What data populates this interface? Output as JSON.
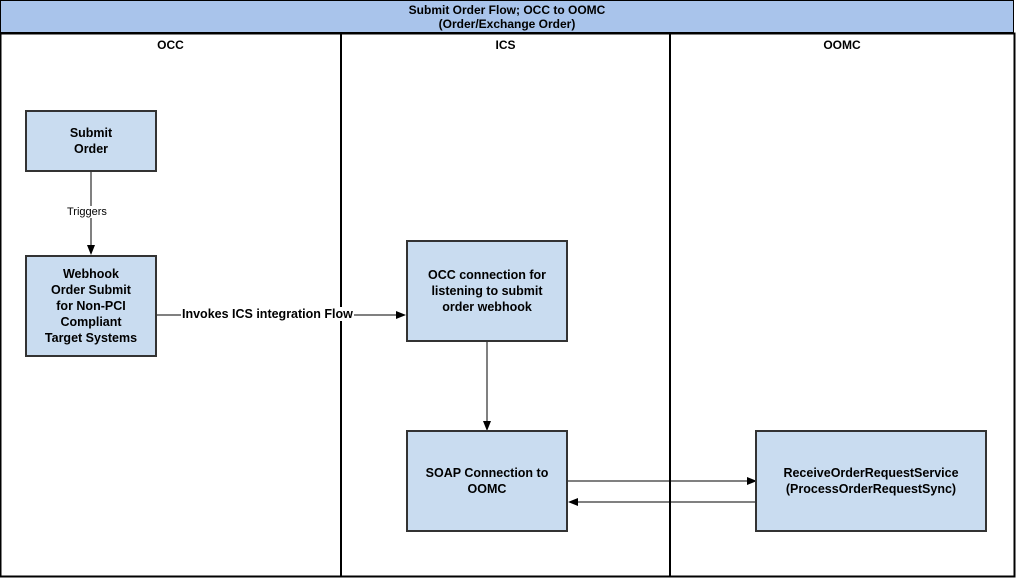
{
  "title": {
    "line1": "Submit Order Flow; OCC to OOMC",
    "line2": "(Order/Exchange Order)"
  },
  "lanes": {
    "occ": "OCC",
    "ics": "ICS",
    "oomc": "OOMC"
  },
  "nodes": {
    "submit_order": "Submit\nOrder",
    "webhook": "Webhook\nOrder Submit\nfor Non-PCI\nCompliant\nTarget Systems",
    "occ_connection": "OCC connection for\nlistening to submit\norder webhook",
    "soap_connection": "SOAP Connection to\nOOMC",
    "receive_service": "ReceiveOrderRequestService\n(ProcessOrderRequestSync)"
  },
  "edges": {
    "triggers": "Triggers",
    "invokes": "Invokes ICS integration Flow"
  }
}
